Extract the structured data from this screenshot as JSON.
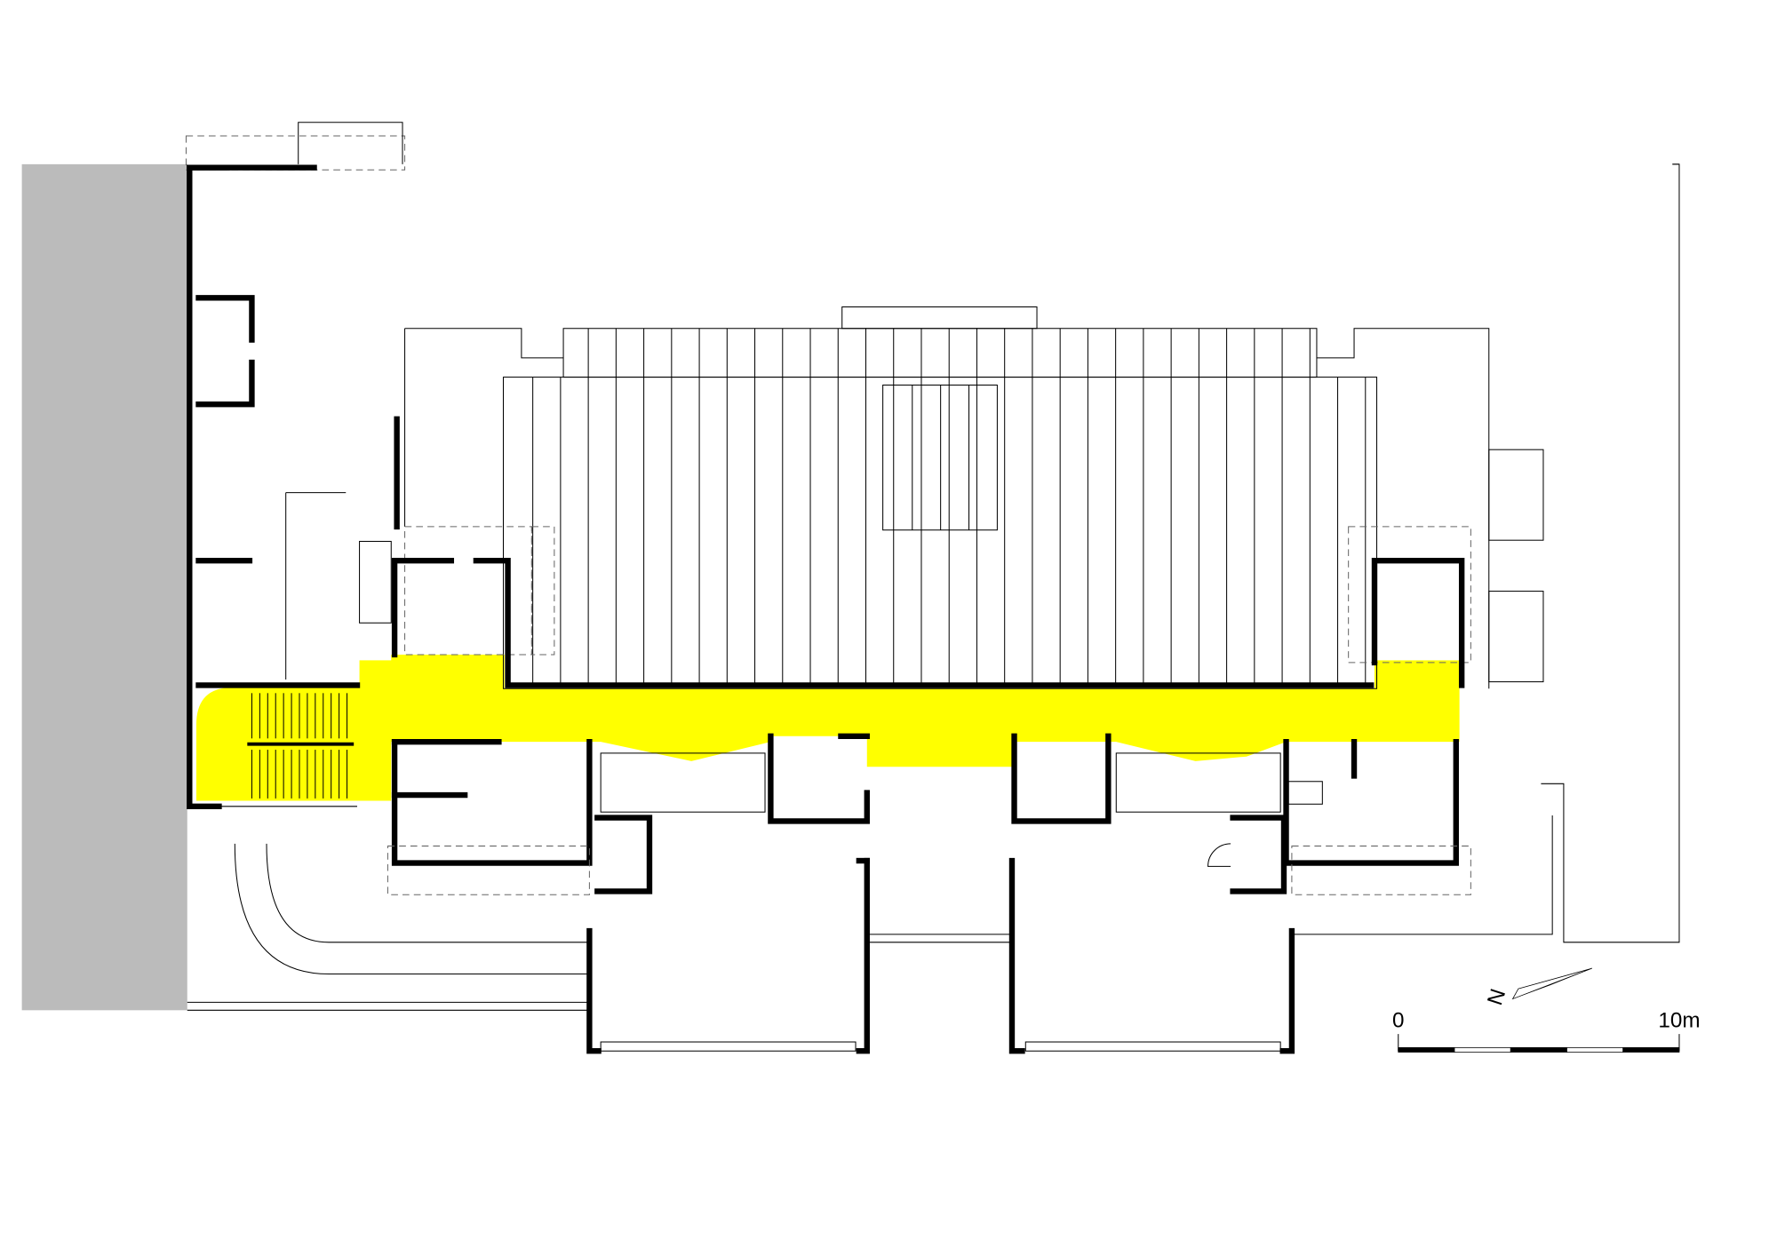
{
  "plan": {
    "colors": {
      "corridor": "#ffff00",
      "neighbour": "#bbbbbb",
      "walls": "#000000"
    },
    "north_label": "N",
    "scale_bar": {
      "start_label": "0",
      "end_label": "10m",
      "length_m": 10,
      "segments": 5
    }
  }
}
